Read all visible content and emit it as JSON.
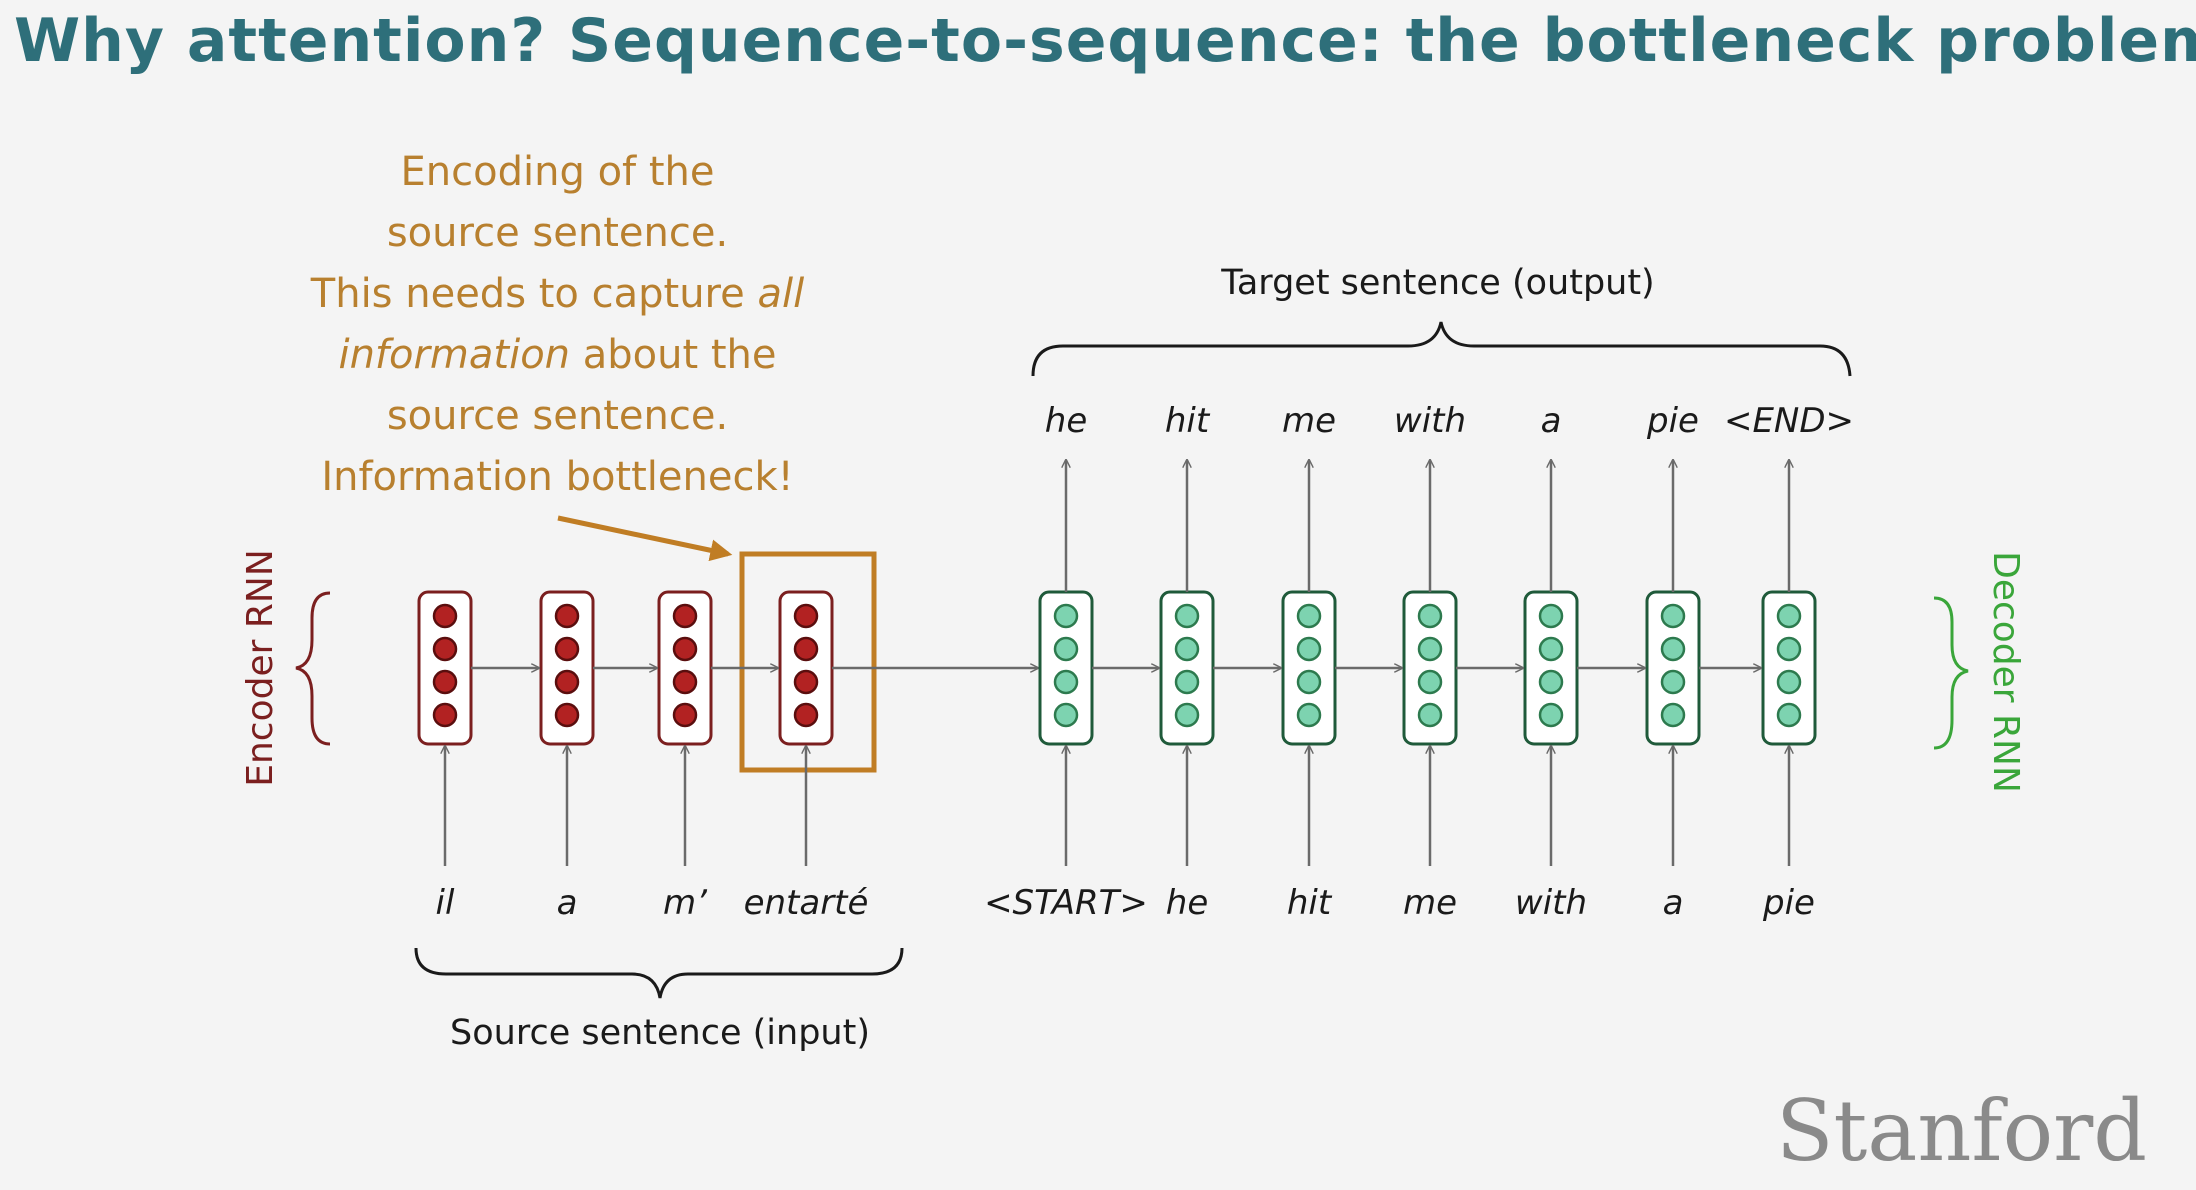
{
  "title": "Why attention? Sequence-to-sequence: the bottleneck problem",
  "annotation": {
    "line1": "Encoding of the",
    "line2": "source sentence.",
    "line3_plain": "This needs to capture ",
    "line3_italic": "all",
    "line4_italic": "information",
    "line4_plain": " about the",
    "line5": "source sentence.",
    "line6": "Information bottleneck!"
  },
  "encoder_label": "Encoder RNN",
  "decoder_label": "Decoder RNN",
  "source_label": "Source sentence (input)",
  "target_label": "Target sentence (output)",
  "source_words": [
    "il",
    "a",
    "m’",
    "entarté"
  ],
  "decoder_inputs": [
    "<START>",
    "he",
    "hit",
    "me",
    "with",
    "a",
    "pie"
  ],
  "decoder_outputs": [
    "he",
    "hit",
    "me",
    "with",
    "a",
    "pie",
    "<END>"
  ],
  "logo": "Stanford",
  "colors": {
    "title": "#2e6f7a",
    "annotation": "#b8802f",
    "encoder": "#b22222",
    "encoder_label": "#7b1f1f",
    "decoder": "#2d7a4e",
    "decoder_fill": "#7dd3b0",
    "decoder_label": "#3aa63a",
    "highlight_box": "#c07d24"
  }
}
